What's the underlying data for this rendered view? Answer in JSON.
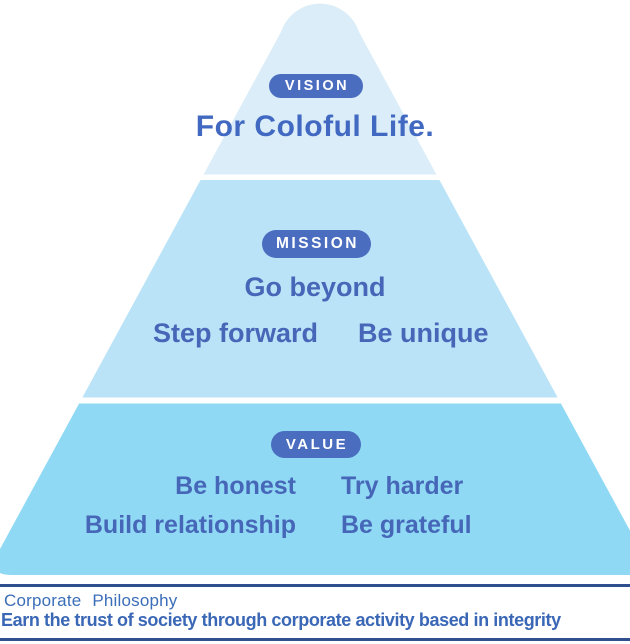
{
  "pyramid": {
    "vision": {
      "badge": "VISION",
      "headline": "For Coloful Life."
    },
    "mission": {
      "badge": "MISSION",
      "line1": "Go beyond",
      "line2_left": "Step forward",
      "line2_right": "Be unique"
    },
    "value": {
      "badge": "VALUE",
      "row1_left": "Be honest",
      "row1_right": "Try harder",
      "row2_left": "Build relationship",
      "row2_right": "Be grateful"
    }
  },
  "footer": {
    "label": "Corporate Philosophy",
    "statement": "Earn the trust of society through corporate activity based in integrity"
  },
  "colors": {
    "tier_vision": "#DAEDF8",
    "tier_mission": "#BAE3F7",
    "tier_value": "#8FD9F4",
    "badge_bg": "#4A6DC0",
    "badge_text": "#FFFFFF",
    "pyramid_text": "#4667B8",
    "headline_text": "#4169C2",
    "footer_text": "#3A67B6",
    "footer_line": "#2F4F8E"
  }
}
